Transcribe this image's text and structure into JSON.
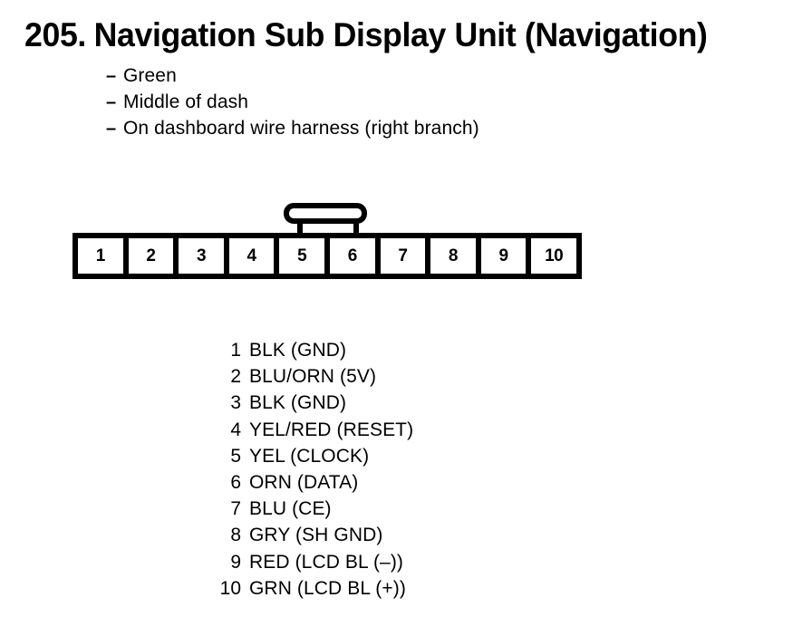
{
  "title": {
    "number": "205.",
    "text": "Navigation Sub Display Unit (Navigation)"
  },
  "description": {
    "dash": "–",
    "items": [
      "Green",
      "Middle of dash",
      "On dashboard wire harness (right branch)"
    ]
  },
  "connector": {
    "type": "10-pin inline connector",
    "latch_tab": "center latch tab above pins 5-6",
    "cells": [
      "1",
      "2",
      "3",
      "4",
      "5",
      "6",
      "7",
      "8",
      "9",
      "10"
    ]
  },
  "pin_legend": [
    {
      "pin": "1",
      "label": "BLK (GND)"
    },
    {
      "pin": "2",
      "label": "BLU/ORN (5V)"
    },
    {
      "pin": "3",
      "label": "BLK (GND)"
    },
    {
      "pin": "4",
      "label": "YEL/RED (RESET)"
    },
    {
      "pin": "5",
      "label": "YEL (CLOCK)"
    },
    {
      "pin": "6",
      "label": "ORN (DATA)"
    },
    {
      "pin": "7",
      "label": "BLU (CE)"
    },
    {
      "pin": "8",
      "label": "GRY (SH GND)"
    },
    {
      "pin": "9",
      "label": "RED (LCD BL (–))"
    },
    {
      "pin": "10",
      "label": "GRN (LCD BL (+))"
    }
  ],
  "colors": {
    "ink": "#000000",
    "background": "#ffffff"
  }
}
